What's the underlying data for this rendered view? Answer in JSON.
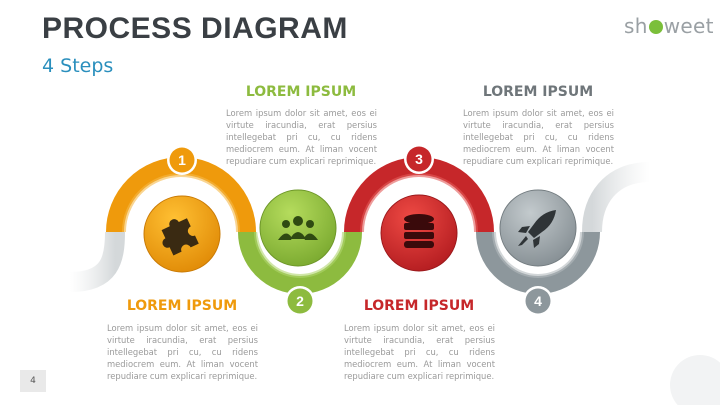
{
  "header": {
    "title": "PROCESS DIAGRAM",
    "subtitle": "4 Steps"
  },
  "logo": {
    "text_before": "sh",
    "text_after": "weet"
  },
  "steps": [
    {
      "number": "1",
      "heading": "LOREM IPSUM",
      "icon": "puzzle-icon",
      "color": "#ef9a0c",
      "body": "Lorem ipsum dolor sit amet, eos ei virtute iracundia, erat persius intellegebat pri cu, cu ridens mediocrem eum. At liman vocent repudiare cum explicari reprimique."
    },
    {
      "number": "2",
      "heading": "LOREM IPSUM",
      "icon": "users-icon",
      "color": "#8dbb3f",
      "body": "Lorem ipsum dolor sit amet, eos ei virtute iracundia, erat persius intellegebat pri cu, cu ridens mediocrem eum. At liman vocent repudiare cum explicari reprimique."
    },
    {
      "number": "3",
      "heading": "LOREM IPSUM",
      "icon": "database-icon",
      "color": "#c6272a",
      "body": "Lorem ipsum dolor sit amet, eos ei virtute iracundia, erat persius intellegebat pri cu, cu ridens mediocrem eum. At liman vocent repudiare cum explicari reprimique."
    },
    {
      "number": "4",
      "heading": "LOREM IPSUM",
      "icon": "rocket-icon",
      "color": "#8d979c",
      "body": "Lorem ipsum dolor sit amet, eos ei virtute iracundia, erat persius intellegebat pri cu, cu ridens mediocrem eum. At liman vocent repudiare cum explicari reprimique."
    }
  ],
  "heading_colors": [
    "#ef9a0c",
    "#8dbb3f",
    "#c6272a",
    "#6f767a"
  ],
  "footer": {
    "page_number": "4"
  }
}
